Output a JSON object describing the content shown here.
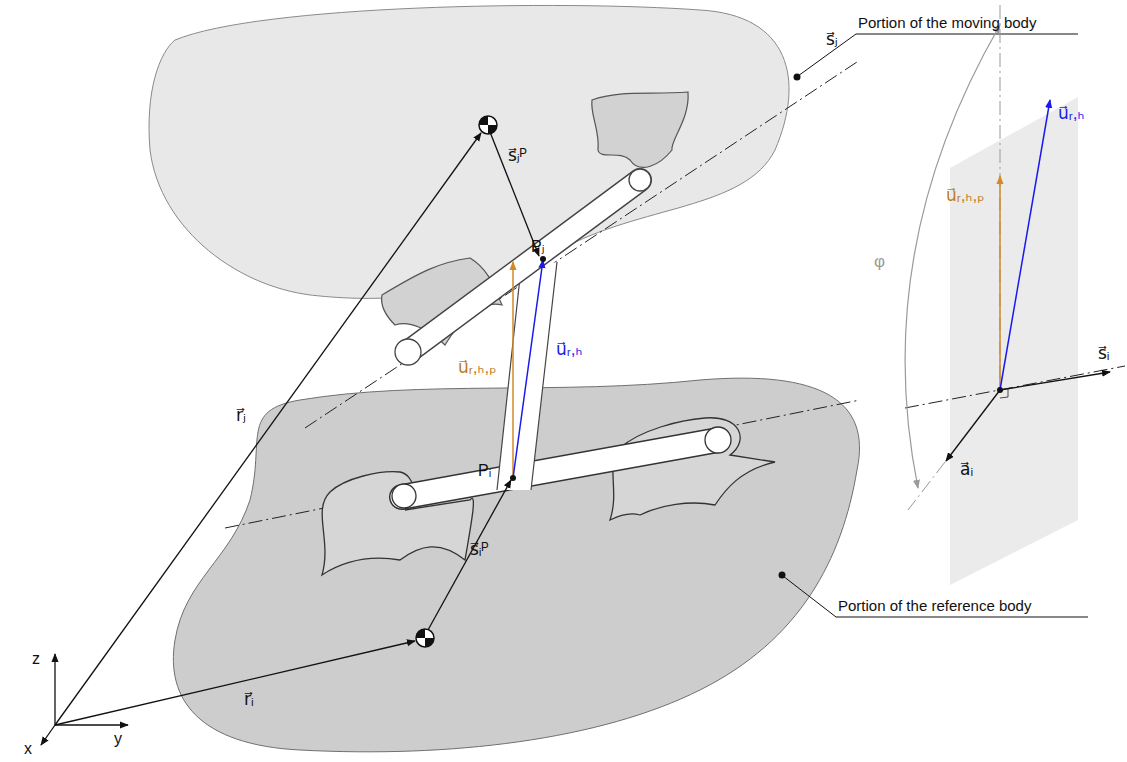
{
  "diagram": {
    "labels": [
      "Portion of the moving body",
      "Portion of the reference body",
      "s⃗ⱼ",
      "s⃗ⱼᴾ",
      "Pⱼ",
      "u⃗ᵣ,ₕ",
      "u⃗ᵣ,ₕ,ₚ",
      "Pᵢ",
      "s⃗ᵢᴾ",
      "r⃗ⱼ",
      "r⃗ᵢ",
      "φ",
      "u⃗ᵣ,ₕ,ₚ",
      "u⃗ᵣ,ₕ",
      "s⃗ᵢ",
      "a⃗ᵢ",
      "z",
      "y",
      "x"
    ]
  }
}
